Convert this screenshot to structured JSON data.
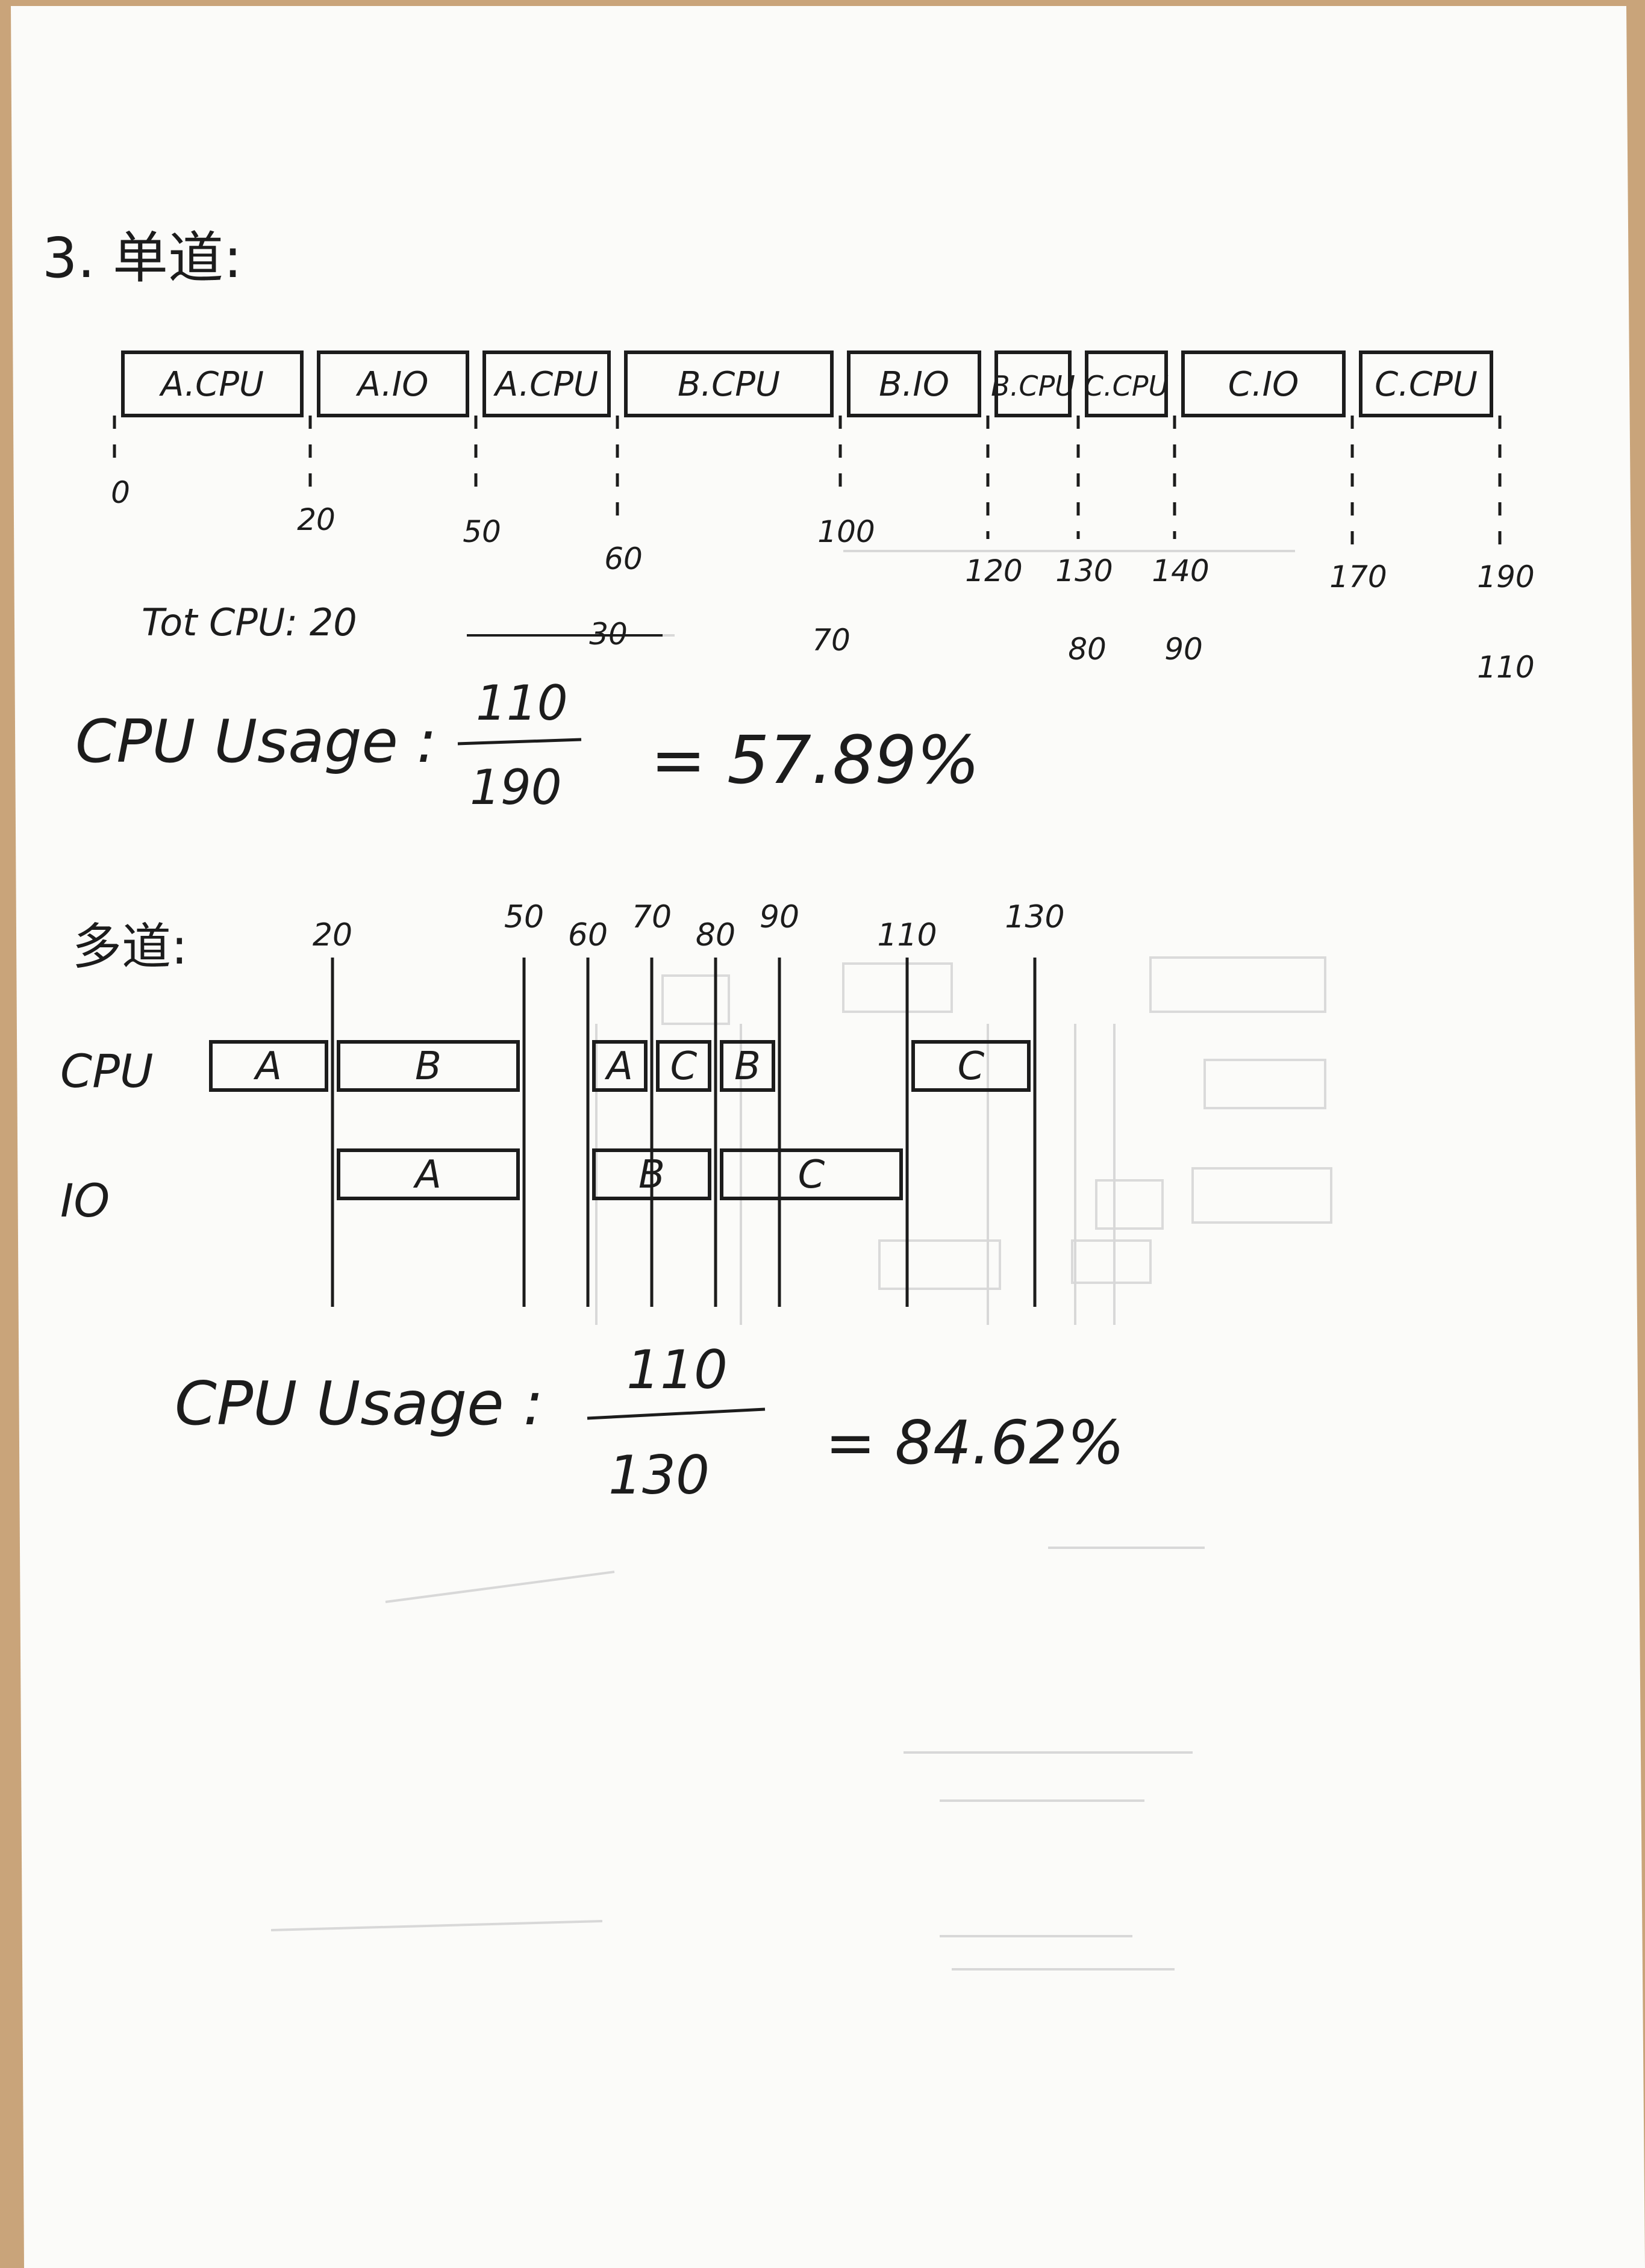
{
  "single": {
    "heading": "3. 单道:",
    "blocks": [
      {
        "label": "A.CPU",
        "start": 0,
        "end": 20
      },
      {
        "label": "A.IO",
        "start": 20,
        "end": 50
      },
      {
        "label": "A.CPU",
        "start": 50,
        "end": 60
      },
      {
        "label": "B.CPU",
        "start": 60,
        "end": 100
      },
      {
        "label": "B.IO",
        "start": 100,
        "end": 120
      },
      {
        "label": "B.CPU",
        "start": 120,
        "end": 130
      },
      {
        "label": "C.CPU",
        "start": 130,
        "end": 140
      },
      {
        "label": "C.IO",
        "start": 140,
        "end": 170
      },
      {
        "label": "C.CPU",
        "start": 170,
        "end": 190
      }
    ],
    "ticks": [
      "0",
      "20",
      "50",
      "60",
      "100",
      "120",
      "130",
      "140",
      "170",
      "190"
    ],
    "cumulative": [
      "30",
      "70",
      "80",
      "90",
      "110"
    ],
    "tot_cpu": "Tot CPU: 20",
    "usage_label": "CPU Usage :",
    "numerator": "110",
    "denominator": "190",
    "result": "= 57.89%"
  },
  "multi": {
    "heading": "多道:",
    "ticks": [
      "20",
      "50",
      "60",
      "70",
      "80",
      "90",
      "110",
      "130"
    ],
    "cpu_label": "CPU",
    "io_label": "IO",
    "cpu_blocks": [
      {
        "label": "A",
        "start": 0,
        "end": 20
      },
      {
        "label": "B",
        "start": 20,
        "end": 50
      },
      {
        "label": "A",
        "start": 60,
        "end": 70
      },
      {
        "label": "C",
        "start": 70,
        "end": 80
      },
      {
        "label": "B",
        "start": 80,
        "end": 90
      },
      {
        "label": "C",
        "start": 110,
        "end": 130
      }
    ],
    "io_blocks": [
      {
        "label": "A",
        "start": 20,
        "end": 50
      },
      {
        "label": "B",
        "start": 60,
        "end": 80
      },
      {
        "label": "C",
        "start": 80,
        "end": 110
      }
    ],
    "usage_label": "CPU Usage :",
    "numerator": "110",
    "denominator": "130",
    "result": "= 84.62%"
  }
}
